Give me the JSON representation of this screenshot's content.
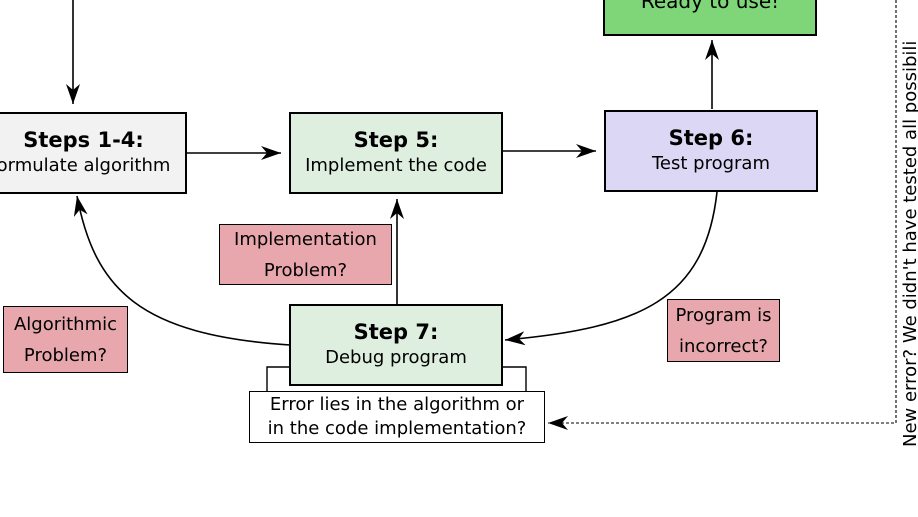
{
  "colors": {
    "steps14_fill": "#f2f2f2",
    "step5_fill": "#deefdf",
    "step6_fill": "#dcd7f4",
    "step7_fill": "#deefdf",
    "ready_fill": "#7ed678",
    "problem_fill": "#e8a7ad",
    "stroke": "#000000"
  },
  "nodes": {
    "steps14": {
      "title": "Steps 1-4:",
      "subtitle": "ormulate algorithm"
    },
    "step5": {
      "title": "Step 5:",
      "subtitle": "Implement the code"
    },
    "step6": {
      "title": "Step 6:",
      "subtitle": "Test program"
    },
    "step7": {
      "title": "Step 7:",
      "subtitle": "Debug program"
    },
    "ready": {
      "text": "Ready to use!"
    }
  },
  "labels": {
    "implementation_problem": [
      "Implementation",
      "Problem?"
    ],
    "algorithmic_problem": [
      "Algorithmic",
      "Problem?"
    ],
    "program_incorrect": [
      "Program is",
      "incorrect?"
    ],
    "error_note": [
      "Error lies in the algorithm or",
      "in the code implementation?"
    ],
    "side_note": "New error? We didn't have tested all possibili"
  }
}
